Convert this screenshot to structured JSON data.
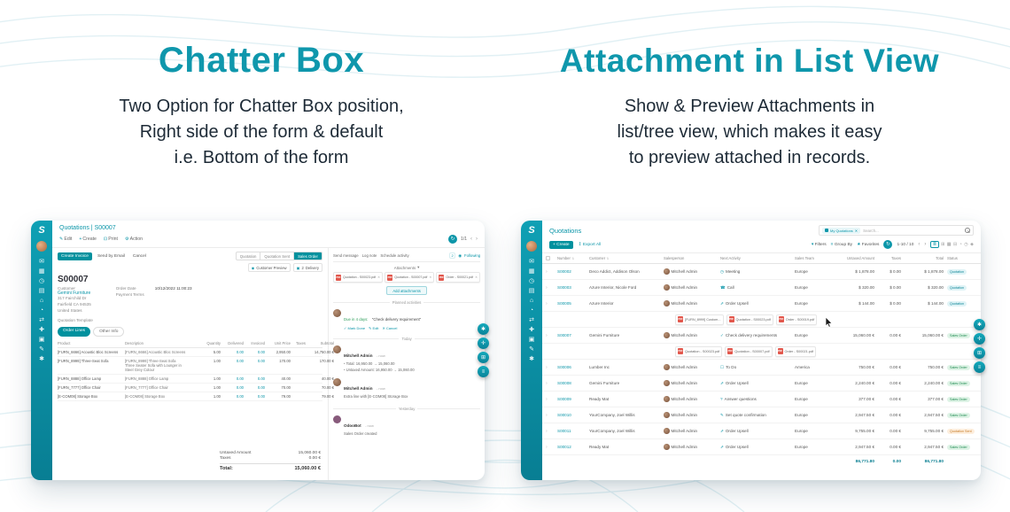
{
  "page": {
    "left": {
      "title": "Chatter Box",
      "subtitle": [
        "Two Option for Chatter Box position,",
        "Right side of the form & default",
        "i.e. Bottom of the form"
      ]
    },
    "right": {
      "title": "Attachment in List View",
      "subtitle": [
        "Show & Preview Attachments in",
        "list/tree view, which makes it easy",
        "to preview attached in records."
      ]
    }
  },
  "colors": {
    "brand_teal": "#0c96a9",
    "pdf_red": "#e2574c"
  },
  "form_view": {
    "breadcrumb": "Quotations | S00007",
    "toolbar": {
      "edit": "Edit",
      "create": "Create",
      "print": "Print",
      "action": "Action",
      "pager": "1/1"
    },
    "buttons": {
      "create_invoice": "Create Invoice",
      "send_email": "Send by Email",
      "cancel": "Cancel"
    },
    "statusbar": [
      "Quotation",
      "Quotation Sent",
      "Sales Order"
    ],
    "smart": {
      "customer_preview": "Customer Preview",
      "delivery_count": "2",
      "delivery_label": "Delivery"
    },
    "record": {
      "name": "S00007",
      "customer_label": "Customer",
      "customer": "Gemini Furniture",
      "address": [
        "317 Fairchild Dr",
        "Fairfield CA 94535",
        "United States"
      ],
      "order_date_label": "Order Date",
      "order_date": "10/12/2022 11:00:23",
      "payment_terms_label": "Payment Terms",
      "payment_terms": "",
      "template_label": "Quotation Template"
    },
    "tabs": [
      "Order Lines",
      "Other Info"
    ],
    "table": {
      "headers": [
        "Product",
        "Description",
        "Quantity",
        "Delivered",
        "Invoiced",
        "Unit Price",
        "Taxes",
        "Subtotal"
      ],
      "rows": [
        {
          "product": "[FURN_6666] Acoustic Bloc Screens",
          "description": "[FURN_6666] Acoustic Bloc Screens",
          "quantity": "5.00",
          "delivered": "0.00",
          "invoiced": "0.00",
          "unit_price": "2,950.00",
          "taxes": "",
          "subtotal": "14,750.00 €"
        },
        {
          "product": "[FURN_8999] Three-Seat Sofa",
          "description": "[FURN_8999] Three-Seat Sofa\nThree Seater Sofa with Lounger in\nSteel Grey Colour",
          "quantity": "1.00",
          "delivered": "0.00",
          "invoiced": "0.00",
          "unit_price": "170.00",
          "taxes": "",
          "subtotal": "170.00 €"
        },
        {
          "product": "[FURN_8888] Office Lamp",
          "description": "[FURN_8888] Office Lamp",
          "quantity": "1.00",
          "delivered": "0.00",
          "invoiced": "0.00",
          "unit_price": "40.00",
          "taxes": "",
          "subtotal": "40.00 €"
        },
        {
          "product": "[FURN_7777] Office Chair",
          "description": "[FURN_7777] Office Chair",
          "quantity": "1.00",
          "delivered": "0.00",
          "invoiced": "0.00",
          "unit_price": "70.00",
          "taxes": "",
          "subtotal": "70.00 €"
        },
        {
          "product": "[E-COM08] Storage Box",
          "description": "[E-COM08] Storage Box",
          "quantity": "1.00",
          "delivered": "0.00",
          "invoiced": "0.00",
          "unit_price": "79.00",
          "taxes": "",
          "subtotal": "79.00 €"
        }
      ]
    },
    "totals": {
      "untaxed_label": "Untaxed Amount",
      "untaxed": "15,060.00 €",
      "taxes_label": "Taxes",
      "taxes": "0.00 €",
      "total_label": "Total:",
      "total": "15,060.00 €"
    },
    "chatter": {
      "send_message": "Send message",
      "log_note": "Log note",
      "schedule_activity": "Schedule activity",
      "follower_count": "2",
      "following": "Following",
      "attachments_label": "Attachments",
      "attachments": [
        "Quotation - S00023.pdf",
        "Quotation - S00007.pdf",
        "Order - S00021.pdf"
      ],
      "add_attachments": "Add attachments",
      "planned_label": "Planned activities",
      "activity": {
        "due": "Due in 4 days:",
        "summary": "“Check delivery requirement”",
        "mark_done": "Mark Done",
        "edit": "Edit",
        "cancel": "Cancel"
      },
      "today_label": "Today",
      "yesterday_label": "Yesterday",
      "messages_today": [
        {
          "author": "Mitchell Admin",
          "time": "- now",
          "lines": [
            "Total: 16,950.00 → 15,060.00",
            "Untaxed Amount: 16,950.00 → 15,060.00"
          ]
        },
        {
          "author": "Mitchell Admin",
          "time": "- now",
          "lines": [
            "Extra line with [E-COM08] Storage Box"
          ]
        }
      ],
      "messages_yesterday": [
        {
          "author": "OdooBot",
          "time": "- now",
          "lines": [
            "Sales Order created"
          ]
        }
      ]
    }
  },
  "list_view": {
    "title": "Quotations",
    "search": {
      "facet": "My Quotations",
      "placeholder": "Search..."
    },
    "toolbar": {
      "create": "Create",
      "export": "Export All",
      "filters": "Filters",
      "group_by": "Group By",
      "favorites": "Favorites",
      "pager": "1-10 / 10"
    },
    "headers": [
      "Number",
      "Customer",
      "Salesperson",
      "Next Activity",
      "Sales Team",
      "Untaxed Amount",
      "Taxes",
      "Total",
      "Status"
    ],
    "rows": [
      {
        "number": "S00002",
        "customer": "Deco Addict, Addison Olson",
        "salesperson": "Mitchell Admin",
        "activity_icon": "meeting",
        "activity": "Meeting",
        "team": "Europe",
        "untaxed": "$ 1,878.00",
        "taxes": "$ 0.00",
        "total": "$ 1,878.00",
        "status": "Quotation"
      },
      {
        "number": "S00003",
        "customer": "Azure Interior, Nicole Ford",
        "salesperson": "Mitchell Admin",
        "activity_icon": "call",
        "activity": "Call",
        "team": "Europe",
        "untaxed": "$ 320.00",
        "taxes": "$ 0.00",
        "total": "$ 320.00",
        "status": "Quotation"
      },
      {
        "number": "S00005",
        "customer": "Azure Interior",
        "salesperson": "Mitchell Admin",
        "activity_icon": "upsell",
        "activity": "Order Upsell",
        "team": "Europe",
        "untaxed": "$ 144.00",
        "taxes": "$ 0.00",
        "total": "$ 144.00",
        "status": "Quotation",
        "attachments": [
          "[FURN_8999] Custom...",
          "Quotation - S00023.pdf",
          "Order - S00019.pdf"
        ]
      },
      {
        "number": "S00007",
        "customer": "Gemini Furniture",
        "salesperson": "Mitchell Admin",
        "activity_icon": "check",
        "activity": "Check delivery requirements",
        "team": "Europe",
        "untaxed": "15,060.00 €",
        "taxes": "0.00 €",
        "total": "15,060.00 €",
        "status": "Sales Order",
        "attachments": [
          "Quotation - S00023.pdf",
          "Quotation - S00007.pdf",
          "Order - S00021.pdf"
        ]
      },
      {
        "number": "S00006",
        "customer": "Lumber Inc",
        "salesperson": "Mitchell Admin",
        "activity_icon": "todo",
        "activity": "To Do",
        "team": "America",
        "untaxed": "750.00 €",
        "taxes": "0.00 €",
        "total": "750.00 €",
        "status": "Sales Order"
      },
      {
        "number": "S00008",
        "customer": "Gemini Furniture",
        "salesperson": "Mitchell Admin",
        "activity_icon": "upsell",
        "activity": "Order Upsell",
        "team": "Europe",
        "untaxed": "2,240.00 €",
        "taxes": "0.00 €",
        "total": "2,240.00 €",
        "status": "Sales Order"
      },
      {
        "number": "S00009",
        "customer": "Ready Mat",
        "salesperson": "Mitchell Admin",
        "activity_icon": "question",
        "activity": "Answer questions",
        "team": "Europe",
        "untaxed": "377.00 €",
        "taxes": "0.00 €",
        "total": "377.00 €",
        "status": "Sales Order"
      },
      {
        "number": "S00010",
        "customer": "YourCompany, Joel Willis",
        "salesperson": "Mitchell Admin",
        "activity_icon": "quote",
        "activity": "Set quote confirmation",
        "team": "Europe",
        "untaxed": "2,947.50 €",
        "taxes": "0.00 €",
        "total": "2,947.50 €",
        "status": "Sales Order"
      },
      {
        "number": "S00011",
        "customer": "YourCompany, Joel Willis",
        "salesperson": "Mitchell Admin",
        "activity_icon": "upsell",
        "activity": "Order Upsell",
        "team": "Europe",
        "untaxed": "9,755.00 €",
        "taxes": "0.00 €",
        "total": "9,755.00 €",
        "status": "Quotation Sent"
      },
      {
        "number": "S00012",
        "customer": "Ready Mat",
        "salesperson": "Mitchell Admin",
        "activity_icon": "upsell",
        "activity": "Order Upsell",
        "team": "Europe",
        "untaxed": "2,947.50 €",
        "taxes": "0.00 €",
        "total": "2,947.50 €",
        "status": "Sales Order"
      }
    ],
    "footer": {
      "untaxed": "86,771.80",
      "taxes": "0.00",
      "total": "86,771.80"
    }
  },
  "icons": {
    "sidebar_apps": [
      "discuss",
      "calendar",
      "crm",
      "sales",
      "inventory",
      "purchase",
      "accounting",
      "hr",
      "pos",
      "website",
      "settings"
    ],
    "fabs": [
      "settings",
      "search",
      "apps",
      "menu"
    ],
    "views": [
      "list",
      "kanban",
      "calendar",
      "pivot",
      "graph",
      "activity",
      "map"
    ]
  }
}
